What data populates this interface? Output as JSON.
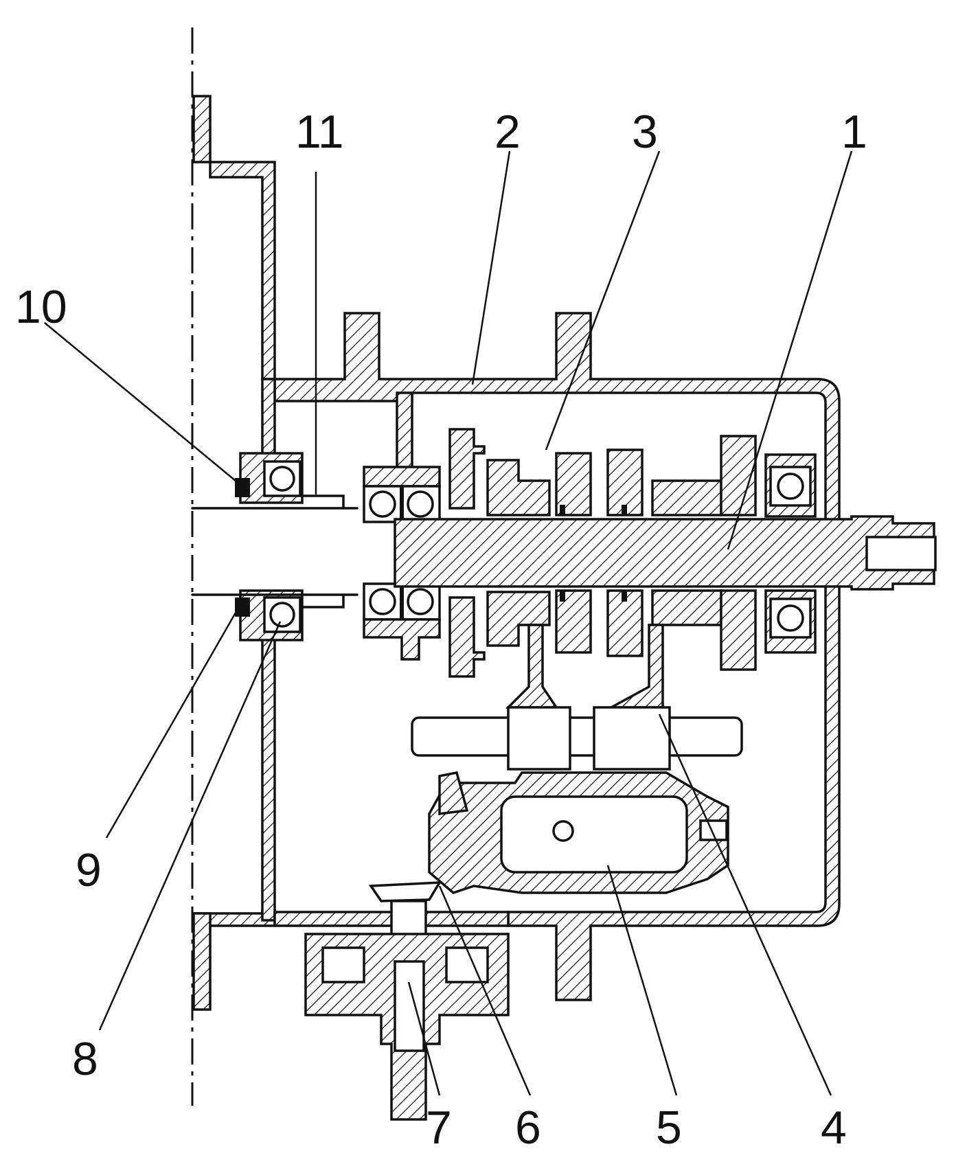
{
  "figure": {
    "part_labels": [
      {
        "id": "label-1",
        "text": "1"
      },
      {
        "id": "label-2",
        "text": "2"
      },
      {
        "id": "label-3",
        "text": "3"
      },
      {
        "id": "label-4",
        "text": "4"
      },
      {
        "id": "label-5",
        "text": "5"
      },
      {
        "id": "label-6",
        "text": "6"
      },
      {
        "id": "label-7",
        "text": "7"
      },
      {
        "id": "label-8",
        "text": "8"
      },
      {
        "id": "label-9",
        "text": "9"
      },
      {
        "id": "label-10",
        "text": "10"
      },
      {
        "id": "label-11",
        "text": "11"
      }
    ],
    "line_color": "#111111",
    "background": "#ffffff"
  }
}
